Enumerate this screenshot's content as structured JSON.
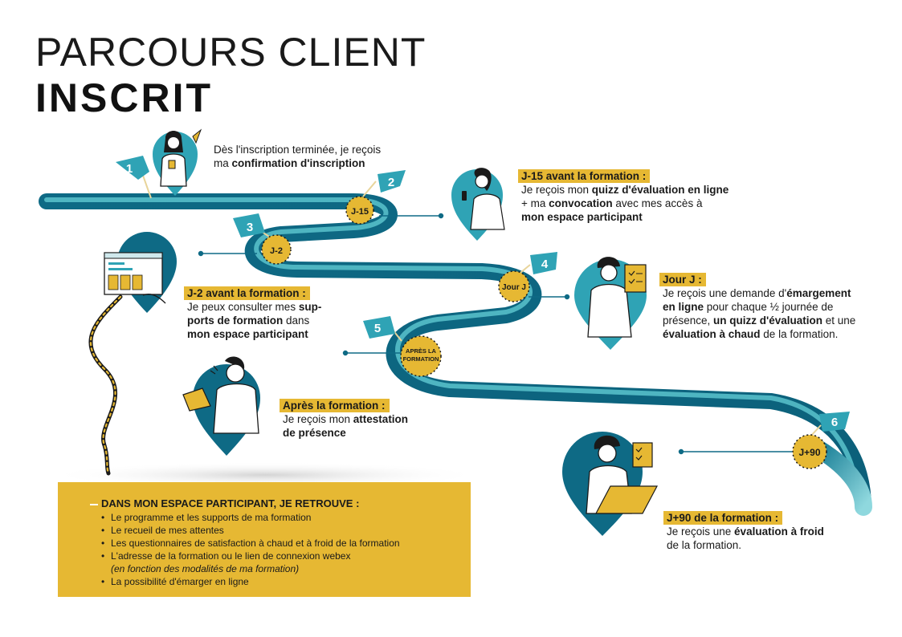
{
  "header": {
    "title_line1": "PARCOURS CLIENT",
    "title_line2": "INSCRIT"
  },
  "colors": {
    "road_dark": "#0e6a85",
    "road_light": "#59c1cc",
    "accent_yellow": "#e6b833",
    "pin_teal": "#2fa3b5",
    "text": "#1a1a1a"
  },
  "flags": [
    "1",
    "2",
    "3",
    "4",
    "5",
    "6"
  ],
  "badges": {
    "b1": "J-15",
    "b2": "J-2",
    "b3": "Jour J",
    "b4_line1": "APRÈS LA",
    "b4_line2": "FORMATION",
    "b5": "J+90"
  },
  "steps": {
    "s1": {
      "line1": "Dès l'inscription terminée, je reçois",
      "line2_pre": "ma ",
      "line2_bold": "confirmation d'inscription"
    },
    "s2": {
      "heading": "J-15 avant la formation :",
      "l1_pre": "Je reçois mon ",
      "l1_bold": "quizz d'évaluation en ligne",
      "l2_pre": "+ ma ",
      "l2_bold": "convocation",
      "l2_post": " avec mes accès à",
      "l3_bold": "mon espace participant"
    },
    "s3": {
      "heading": "J-2 avant la formation :",
      "l1_pre": "Je peux consulter mes ",
      "l1_bold": "sup-",
      "l2_bold": "ports de formation",
      "l2_post": " dans",
      "l3_bold": "mon espace participant"
    },
    "s4": {
      "heading": "Jour J :",
      "l1_pre": "Je reçois une demande d'",
      "l1_bold": "émargement",
      "l2_bold": "en ligne",
      "l2_post": " pour chaque ½ journée de",
      "l3_pre": "présence, ",
      "l3_bold": "un quizz d'évaluation",
      "l3_post": " et une",
      "l4_bold": "évaluation à chaud",
      "l4_post": " de la formation."
    },
    "s5": {
      "heading": "Après la formation :",
      "l1_pre": "Je reçois mon ",
      "l1_bold": "attestation",
      "l2_bold": "de présence"
    },
    "s6": {
      "heading": "J+90 de la formation :",
      "l1_pre": "Je reçois une ",
      "l1_bold": "évaluation à froid",
      "l2": "de la formation."
    }
  },
  "infobox": {
    "title": "DANS MON ESPACE PARTICIPANT, JE RETROUVE :",
    "items": [
      "Le programme et les supports de ma formation",
      "Le recueil de mes attentes",
      "Les questionnaires de satisfaction à chaud et à froid de la formation",
      "L'adresse de la formation ou le lien de connexion webex"
    ],
    "note": "(en fonction des modalités de ma formation)",
    "last_item": "La possibilité d'émarger en ligne"
  }
}
